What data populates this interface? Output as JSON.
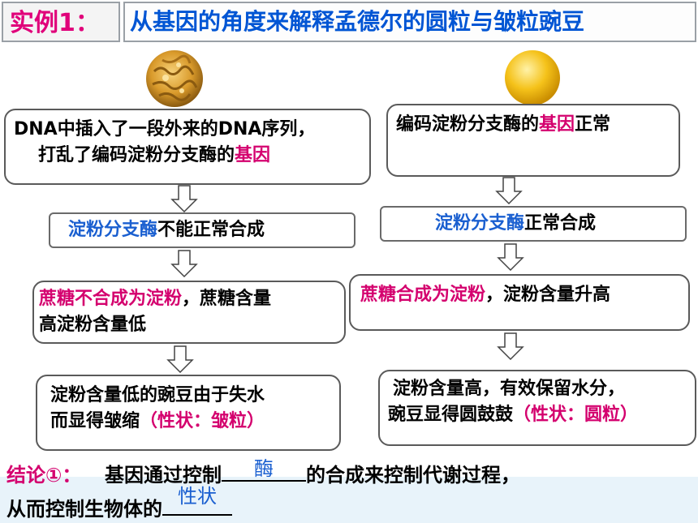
{
  "header": {
    "label": "实例1：",
    "title": "从基因的角度来解释孟德尔的圆粒与皱粒豌豆"
  },
  "left": {
    "step1_line1": "DNA中插入了一段外来的DNA序列，",
    "step1_line2_prefix": "打乱了编码淀粉分支酶的",
    "step1_line2_hl": "基因",
    "step2_hl": "淀粉分支酶",
    "step2_rest": "不能正常合成",
    "step3_hl": "蔗糖不合成为淀粉",
    "step3_rest": "，蔗糖含量",
    "step3_line2": "高淀粉含量低",
    "step4_line1": "淀粉含量低的豌豆由于失水",
    "step4_line2_prefix": "而显得皱缩",
    "step4_line2_hl": "（性状：皱粒）"
  },
  "right": {
    "step1_prefix": "编码淀粉分支酶的",
    "step1_hl": "基因",
    "step1_suffix": "正常",
    "step2_hl": "淀粉分支酶",
    "step2_rest": "正常合成",
    "step3_hl": "蔗糖合成为淀粉",
    "step3_rest": "，淀粉含量升高",
    "step4_line1": "淀粉含量高，有效保留水分，",
    "step4_line2_prefix": "豌豆显得圆鼓鼓",
    "step4_line2_hl": "（性状：圆粒）"
  },
  "conclusion": {
    "label": "结论①：",
    "line1_a": "基因通过控制",
    "blank1_answer": "酶",
    "line1_b": "的合成来控制代谢过程，",
    "line2_a": "从而控制生物体的",
    "blank2_answer": "性状"
  },
  "colors": {
    "highlight": "#d4006e",
    "blue": "#1a5fd0",
    "wrinkled_pea": "#c98a1a",
    "round_pea": "#f2b80c"
  }
}
